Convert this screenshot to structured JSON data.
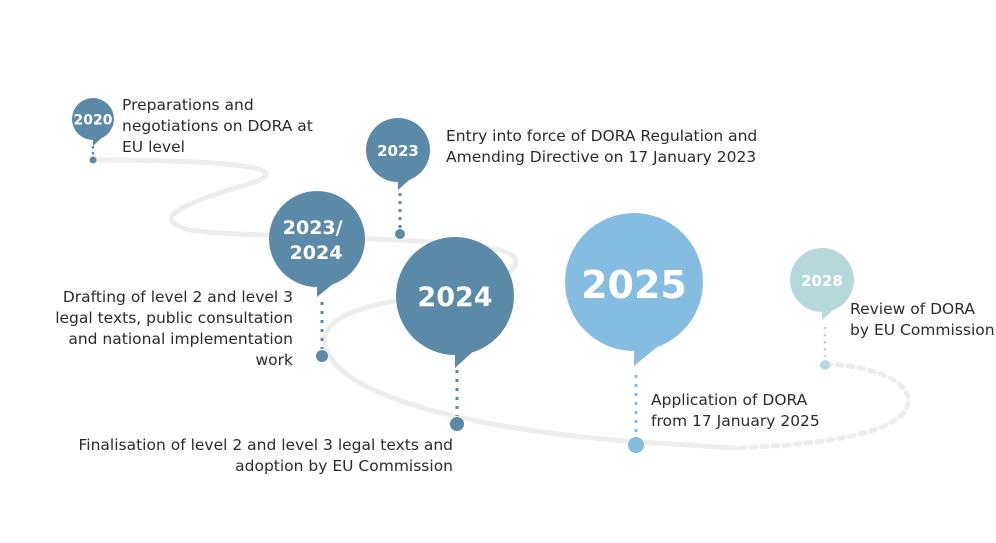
{
  "colors": {
    "dark_blue": "#5b89a8",
    "light_blue": "#84bde0",
    "pale_teal": "#b6d8da",
    "road": "#ededed",
    "text": "#2b2b2b"
  },
  "milestones": [
    {
      "year_lines": [
        "2020"
      ],
      "label_lines": [
        "Preparations and",
        "negotiations on DORA at",
        "EU level"
      ]
    },
    {
      "year_lines": [
        "2023"
      ],
      "label_lines": [
        "Entry into force of DORA Regulation and",
        "Amending Directive on 17 January 2023"
      ]
    },
    {
      "year_lines": [
        "2023/",
        "2024"
      ],
      "label_lines": [
        "Drafting of level 2 and level 3",
        "legal texts, public consultation",
        "and national implementation",
        "work"
      ]
    },
    {
      "year_lines": [
        "2024"
      ],
      "label_lines": [
        "Finalisation of level 2 and level 3 legal texts and",
        "adoption by EU Commission"
      ]
    },
    {
      "year_lines": [
        "2025"
      ],
      "label_lines": [
        "Application of DORA",
        "from 17 January 2025"
      ]
    },
    {
      "year_lines": [
        "2028"
      ],
      "label_lines": [
        "Review of DORA",
        "by EU Commission"
      ]
    }
  ]
}
